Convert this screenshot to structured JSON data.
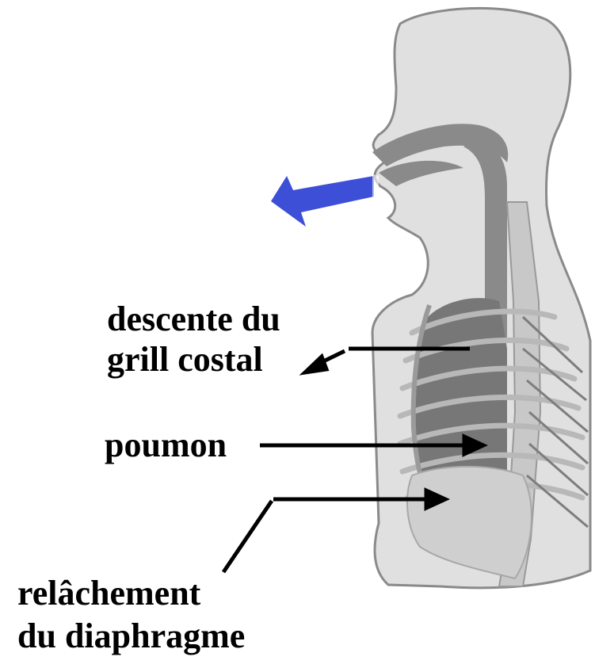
{
  "labels": {
    "descente": {
      "line1": "descente du",
      "line2": "grill costal"
    },
    "poumon": "poumon",
    "relachement": {
      "line1": "relâchement",
      "line2": "du diaphragme"
    }
  },
  "colors": {
    "exhale_arrow": "#3d4fd6",
    "body_fill": "#e0e0e0",
    "body_outline": "#8a8a8a",
    "airway": "#8a8a8a",
    "lung": "#777777",
    "ribs": "#b8b8b8",
    "diaphragm": "#cfcfcf",
    "pointer": "#000000"
  },
  "icons": {
    "exhale_arrow": "arrow-left-icon"
  }
}
